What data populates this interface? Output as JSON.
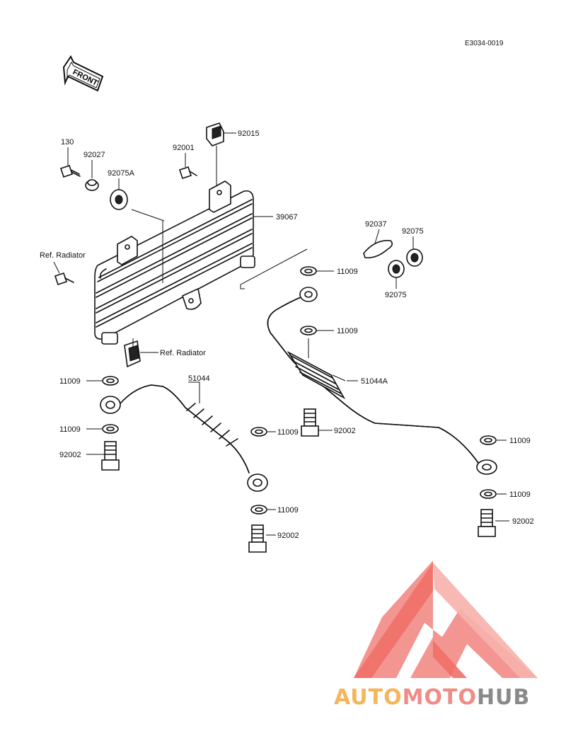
{
  "diagram": {
    "reference_code": "E3034-0019",
    "front_arrow_label": "FRONT",
    "callouts": {
      "c130": "130",
      "c92027": "92027",
      "c92075a": "92075A",
      "c92001": "92001",
      "c92015": "92015",
      "c39067": "39067",
      "c92037": "92037",
      "c92075_top": "92075",
      "c92075_bottom": "92075",
      "c11009_mid": "11009",
      "c11009_hose": "11009",
      "c51044a": "51044A",
      "c92002_center": "92002",
      "c11009_center": "11009",
      "c11009_right_top": "11009",
      "c11009_right_bottom": "11009",
      "c92002_right": "92002",
      "c11009_left_top": "11009",
      "c51044": "51044",
      "c11009_left_mid": "11009",
      "c92002_left": "92002",
      "c11009_bottom": "11009",
      "c92002_bottom": "92002",
      "ref_radiator_top": "Ref. Radiator",
      "ref_radiator_bottom": "Ref. Radiator"
    }
  },
  "watermark": {
    "brand_part1": "AUTO",
    "brand_part2": "MOTO",
    "brand_part3": "HUB",
    "colors": {
      "part1": "#f6b55a",
      "part2": "#f08c86",
      "part3": "#8a8a8a",
      "triangle": "#f28a84",
      "triangle_inner": "#f7b1ac"
    }
  }
}
